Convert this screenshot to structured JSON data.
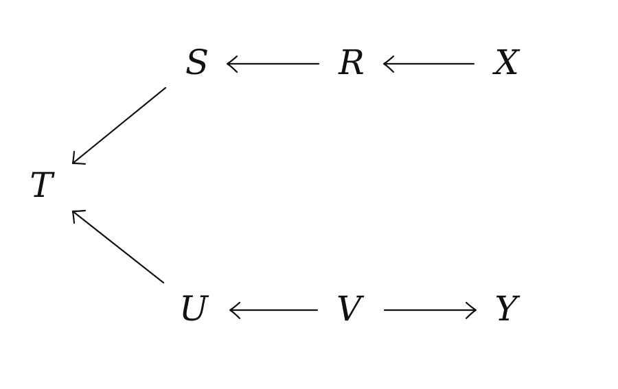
{
  "diagram": {
    "nodes": {
      "S": "S",
      "R": "R",
      "X": "X",
      "T": "T",
      "U": "U",
      "V": "V",
      "Y": "Y"
    },
    "edges": [
      {
        "from": "R",
        "to": "S"
      },
      {
        "from": "X",
        "to": "R"
      },
      {
        "from": "S",
        "to": "T"
      },
      {
        "from": "U",
        "to": "T"
      },
      {
        "from": "V",
        "to": "U"
      },
      {
        "from": "V",
        "to": "Y"
      }
    ]
  }
}
